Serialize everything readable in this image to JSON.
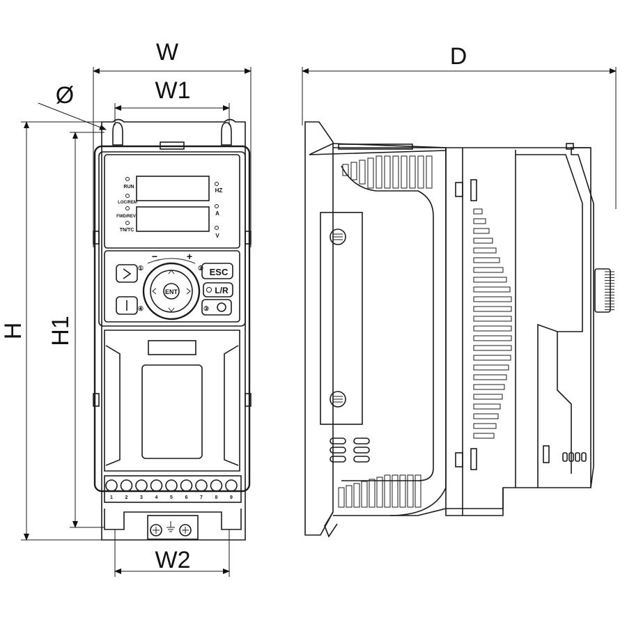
{
  "dimensions": {
    "width": "W",
    "mount_width": "W1",
    "hole": "Ø",
    "height": "H",
    "mount_height": "H1",
    "bottom_width": "W2",
    "depth": "D"
  },
  "display": {
    "indicators_left": [
      "RUN",
      "LOC/REM",
      "FWD/REV",
      "TN/TC"
    ],
    "indicators_right": [
      "HZ",
      "A",
      "V"
    ]
  },
  "keypad": {
    "minus": "−",
    "plus": "+",
    "esc": "ESC",
    "local_remote": "L/R",
    "enter": "ENT",
    "key_num_1": "①",
    "key_num_2": "②",
    "key_num_3": "③",
    "key_num_4": "④"
  },
  "terminals": [
    "1",
    "2",
    "3",
    "4",
    "5",
    "6",
    "7",
    "8",
    "9"
  ]
}
